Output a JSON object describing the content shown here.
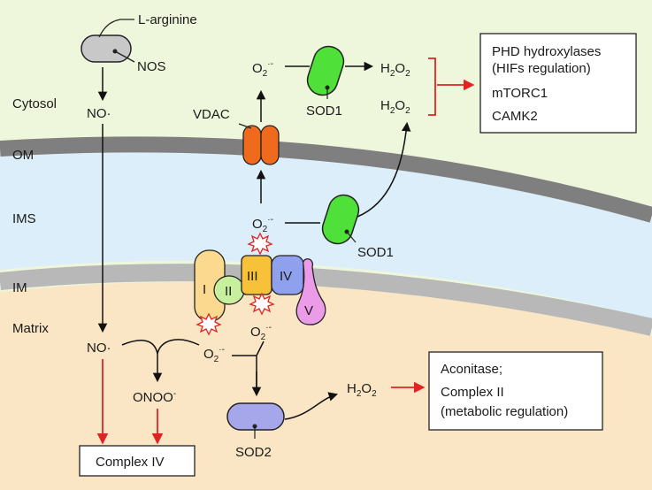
{
  "compartments": {
    "cytosol": "Cytosol",
    "om": "OM",
    "ims": "IMS",
    "im": "IM",
    "matrix": "Matrix"
  },
  "enzymes": {
    "nos": "NOS",
    "substrate": "L-arginine",
    "vdac": "VDAC",
    "sod1_top": "SOD1",
    "sod1_ims": "SOD1",
    "sod2": "SOD2"
  },
  "complexes": {
    "c1": "I",
    "c2": "II",
    "c3": "III",
    "c4": "IV",
    "c5": "V"
  },
  "species": {
    "no_cytosol": "NO·",
    "no_matrix": "NO·",
    "superoxide_main": "O",
    "superoxide_sub": "2",
    "superoxide_sup": "·-",
    "h2o2_main": "H",
    "h2o2_sub": "2",
    "h2o2_o": "O",
    "peroxynitrite": "ONOO",
    "peroxynitrite_sup": "-"
  },
  "targets_box_top": {
    "line1": "PHD hydroxylases",
    "line2": "(HIFs regulation)",
    "line3": "mTORC1",
    "line4": "CAMK2"
  },
  "targets_box_right": {
    "line1": "Aconitase;",
    "line2": "Complex II",
    "line3": "(metabolic regulation)"
  },
  "target_box_bottom": "Complex IV",
  "colors": {
    "cytosol_bg": "#eef7dc",
    "ims_bg": "#dceef9",
    "matrix_bg": "#fae6c4",
    "om_membrane": "#7f7f7f",
    "im_membrane": "#b8b8b8",
    "nos_fill": "#c8c8c8",
    "vdac_fill": "#f06a1e",
    "sod1_fill": "#4fe03a",
    "sod2_fill": "#a6a6ea",
    "c1_fill": "#fbd98f",
    "c2_fill": "#c7ef9e",
    "c3_fill": "#f7c23a",
    "c4_fill": "#8fa0ee",
    "c5_fill": "#ec9be8",
    "red_arrow": "#e22222",
    "ros_burst": "#e22222"
  }
}
